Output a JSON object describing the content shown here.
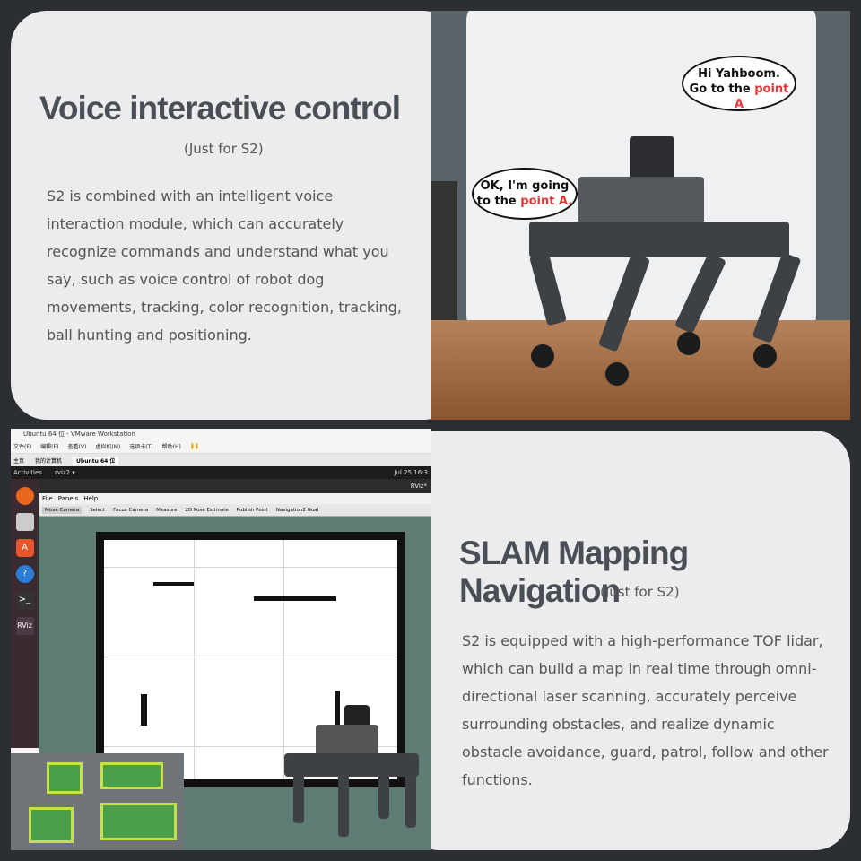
{
  "section1": {
    "title": "Voice interactive control",
    "subtitle": "(Just for S2)",
    "body": "S2 is combined with an intelligent voice interaction module, which can accurately recognize commands and understand what you say, such as voice control of robot dog movements, tracking, color recognition, tracking, ball hunting and positioning.",
    "bubble_user_line1": "Hi Yahboom.",
    "bubble_user_line2": "Go to the ",
    "bubble_user_highlight": "point A",
    "bubble_robot_line1": "OK, I'm going",
    "bubble_robot_line2": "to the ",
    "bubble_robot_highlight": "point A."
  },
  "section2": {
    "title": "SLAM Mapping Navigation",
    "subtitle": "(Just for S2)",
    "body": "S2 is equipped with a high-performance TOF lidar, which can build a map in real time through omni-directional laser scanning, accurately perceive surrounding obstacles, and realize dynamic obstacle avoidance, guard, patrol, follow and other functions."
  },
  "vmware": {
    "window_title": "Ubuntu 64 位 - VMware Workstation",
    "menu": [
      "文件(F)",
      "编辑(E)",
      "查看(V)",
      "虚拟机(M)",
      "选项卡(T)",
      "帮助(H)"
    ],
    "tabs": [
      "主页",
      "我的计算机",
      "Ubuntu 64 位"
    ],
    "ubuntu_activities": "Activities",
    "ubuntu_app": "rviz2 ▾",
    "ubuntu_clock": "Jul 25 16:3",
    "rviz_title": "RViz*",
    "rviz_menu": [
      "File",
      "Panels",
      "Help"
    ],
    "rviz_tools": [
      "Move Camera",
      "Select",
      "Focus Camera",
      "Measure",
      "2D Pose Estimate",
      "Publish Point",
      "Navigation2 Goal"
    ],
    "dock_rviz_label": "RViz"
  },
  "colors": {
    "highlight": "#e03a3a",
    "title": "#4a4f57",
    "card": "#ececee",
    "background": "#2b2f34"
  }
}
